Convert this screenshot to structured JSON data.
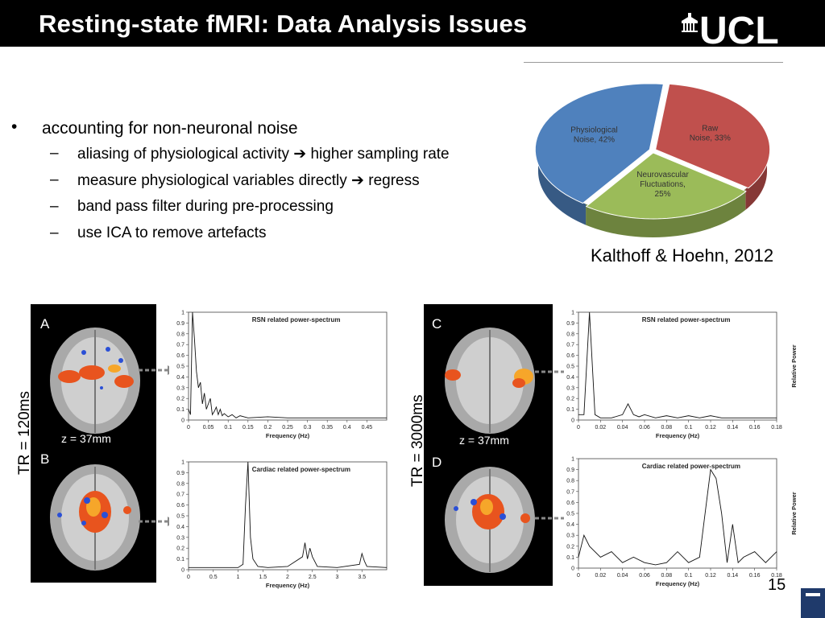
{
  "slide": {
    "title": "Resting-state fMRI: Data Analysis Issues",
    "logo_text": "UCL",
    "page_number": "15",
    "citation": "Kalthoff & Hoehn, 2012"
  },
  "bullets": {
    "main": "accounting for non-neuronal noise",
    "bullet_symbol": "•",
    "dash_symbol": "–",
    "subs": [
      {
        "text": "aliasing of physiological activity",
        "arrow": "➔",
        "after": "higher sampling rate"
      },
      {
        "text": "measure physiological variables directly",
        "arrow": "➔",
        "after": "regress"
      },
      {
        "text": "band pass filter during pre-processing",
        "arrow": "",
        "after": ""
      },
      {
        "text": "use ICA to remove artefacts",
        "arrow": "",
        "after": ""
      }
    ]
  },
  "chart_data": [
    {
      "type": "pie",
      "title": "",
      "slices": [
        {
          "label": "Physiological Noise, 42%",
          "value": 42,
          "color": "#4f81bd"
        },
        {
          "label": "Raw Noise, 33%",
          "value": 33,
          "color": "#c0504d"
        },
        {
          "label": "Neurovascular Fluctuations, 25%",
          "value": 25,
          "color": "#9bbb59"
        }
      ]
    },
    {
      "type": "line",
      "panel": "A",
      "title": "RSN related power-spectrum",
      "xlabel": "Frequency (Hz)",
      "ylabel": "",
      "xlim": [
        0,
        0.5
      ],
      "ylim": [
        0,
        1
      ],
      "xticks": [
        "0",
        "0.05",
        "0.1",
        "0.15",
        "0.2",
        "0.25",
        "0.3",
        "0.35",
        "0.4",
        "0.45"
      ],
      "yticks": [
        "0",
        "0.1",
        "0.2",
        "0.3",
        "0.4",
        "0.5",
        "0.6",
        "0.7",
        "0.8",
        "0.9",
        "1"
      ],
      "x": [
        0,
        0.005,
        0.01,
        0.015,
        0.02,
        0.025,
        0.03,
        0.035,
        0.04,
        0.045,
        0.05,
        0.055,
        0.06,
        0.065,
        0.07,
        0.075,
        0.08,
        0.085,
        0.09,
        0.1,
        0.11,
        0.12,
        0.13,
        0.15,
        0.2,
        0.25,
        0.3,
        0.35,
        0.4,
        0.45,
        0.5
      ],
      "y": [
        0.1,
        0.05,
        1.0,
        0.75,
        0.45,
        0.3,
        0.35,
        0.15,
        0.25,
        0.1,
        0.15,
        0.2,
        0.05,
        0.08,
        0.12,
        0.05,
        0.1,
        0.04,
        0.06,
        0.03,
        0.05,
        0.02,
        0.04,
        0.02,
        0.03,
        0.02,
        0.02,
        0.02,
        0.02,
        0.02,
        0.02
      ]
    },
    {
      "type": "line",
      "panel": "B",
      "title": "Cardiac related power-spectrum",
      "xlabel": "Frequency (Hz)",
      "ylabel": "",
      "xlim": [
        0,
        4
      ],
      "ylim": [
        0,
        1
      ],
      "xticks": [
        "0",
        "0.5",
        "1",
        "1.5",
        "2",
        "2.5",
        "3",
        "3.5"
      ],
      "yticks": [
        "0",
        "0.1",
        "0.2",
        "0.3",
        "0.4",
        "0.5",
        "0.6",
        "0.7",
        "0.8",
        "0.9",
        "1"
      ],
      "x": [
        0,
        0.5,
        1.0,
        1.1,
        1.15,
        1.2,
        1.25,
        1.3,
        1.4,
        1.6,
        2.0,
        2.3,
        2.35,
        2.4,
        2.45,
        2.5,
        2.6,
        3.0,
        3.45,
        3.5,
        3.55,
        3.6,
        4.0
      ],
      "y": [
        0.02,
        0.02,
        0.02,
        0.05,
        0.6,
        1.0,
        0.3,
        0.1,
        0.03,
        0.02,
        0.03,
        0.12,
        0.25,
        0.1,
        0.2,
        0.12,
        0.03,
        0.02,
        0.05,
        0.15,
        0.08,
        0.03,
        0.02
      ]
    },
    {
      "type": "line",
      "panel": "C",
      "title": "RSN related power-spectrum",
      "xlabel": "Frequency (Hz)",
      "ylabel": "Relative Power",
      "xlim": [
        0,
        0.18
      ],
      "ylim": [
        0,
        1
      ],
      "xticks": [
        "0",
        "0.02",
        "0.04",
        "0.06",
        "0.08",
        "0.1",
        "0.12",
        "0.14",
        "0.16",
        "0.18"
      ],
      "yticks": [
        "0",
        "0.1",
        "0.2",
        "0.3",
        "0.4",
        "0.5",
        "0.6",
        "0.7",
        "0.8",
        "0.9",
        "1"
      ],
      "x": [
        0,
        0.005,
        0.01,
        0.015,
        0.02,
        0.03,
        0.04,
        0.045,
        0.05,
        0.055,
        0.06,
        0.07,
        0.08,
        0.09,
        0.1,
        0.11,
        0.12,
        0.13,
        0.14,
        0.15,
        0.16,
        0.17,
        0.18
      ],
      "y": [
        0.05,
        0.05,
        1.0,
        0.05,
        0.02,
        0.02,
        0.05,
        0.15,
        0.05,
        0.03,
        0.05,
        0.02,
        0.04,
        0.02,
        0.04,
        0.02,
        0.04,
        0.02,
        0.02,
        0.02,
        0.02,
        0.02,
        0.02
      ]
    },
    {
      "type": "line",
      "panel": "D",
      "title": "Cardiac related power-spectrum",
      "xlabel": "Frequency (Hz)",
      "ylabel": "Relative Power",
      "xlim": [
        0,
        0.18
      ],
      "ylim": [
        0,
        1
      ],
      "xticks": [
        "0",
        "0.02",
        "0.04",
        "0.06",
        "0.08",
        "0.1",
        "0.12",
        "0.14",
        "0.16",
        "0.18"
      ],
      "yticks": [
        "0",
        "0.1",
        "0.2",
        "0.3",
        "0.4",
        "0.5",
        "0.6",
        "0.7",
        "0.8",
        "0.9",
        "1"
      ],
      "x": [
        0,
        0.005,
        0.01,
        0.02,
        0.03,
        0.04,
        0.05,
        0.06,
        0.07,
        0.08,
        0.09,
        0.1,
        0.11,
        0.12,
        0.125,
        0.13,
        0.135,
        0.14,
        0.145,
        0.15,
        0.16,
        0.17,
        0.18
      ],
      "y": [
        0.1,
        0.3,
        0.2,
        0.1,
        0.15,
        0.05,
        0.1,
        0.05,
        0.03,
        0.05,
        0.15,
        0.05,
        0.1,
        0.9,
        0.82,
        0.5,
        0.05,
        0.4,
        0.05,
        0.1,
        0.15,
        0.05,
        0.15
      ]
    }
  ],
  "brain_panels": {
    "left": {
      "label_top": "A",
      "label_bottom": "B",
      "slice": "z = 37mm",
      "tr": "TR = 120ms"
    },
    "right": {
      "label_top": "C",
      "label_bottom": "D",
      "slice": "z = 37mm",
      "tr": "TR = 3000ms"
    }
  }
}
